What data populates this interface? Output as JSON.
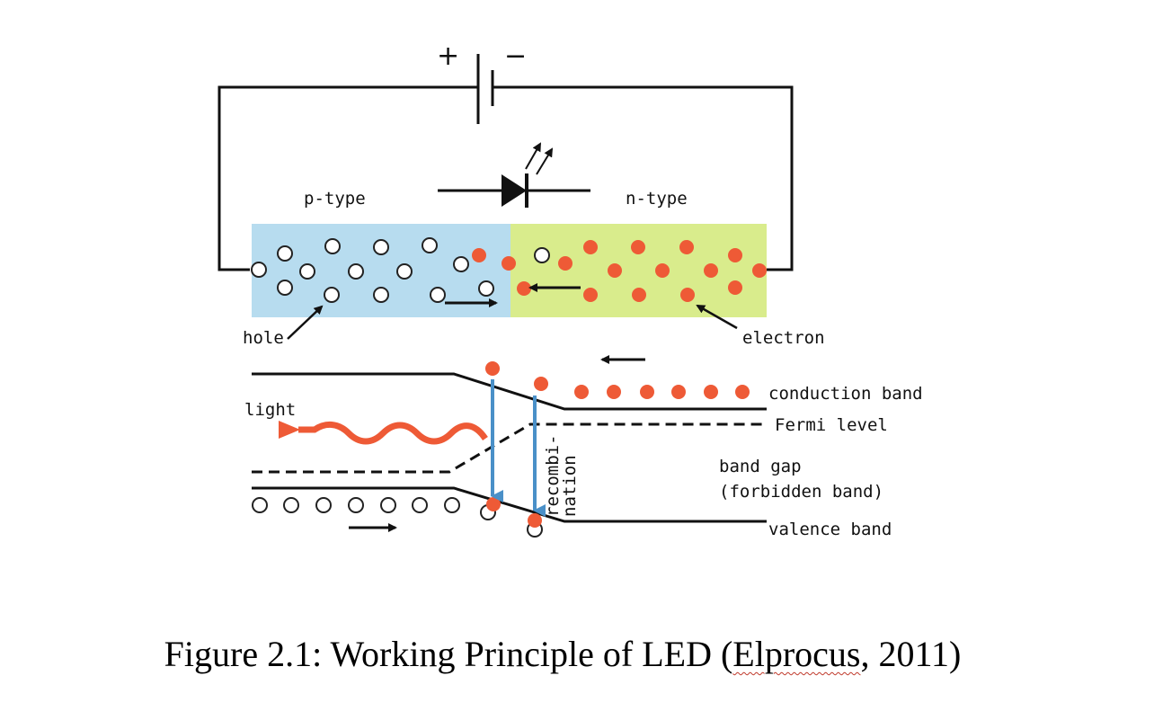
{
  "diagram": {
    "battery": {
      "plus": "+",
      "minus": "−"
    },
    "labels": {
      "p_type": "p-type",
      "n_type": "n-type",
      "hole": "hole",
      "electron": "electron",
      "light": "light",
      "conduction_band": "conduction band",
      "fermi_level": "Fermi level",
      "band_gap": "band gap",
      "forbidden_band": "(forbidden band)",
      "valence_band": "valence band",
      "recombination_1": "recombi-",
      "recombination_2": "nation"
    },
    "colors": {
      "p_region": "#b7dcef",
      "n_region": "#d9ec8c",
      "electron": "#ee5a36",
      "arrow_blue": "#4a90c8",
      "light_wave": "#ee5a36"
    }
  },
  "caption": {
    "prefix": "Figure 2.1: Working Principle of LED (",
    "source": "Elprocus",
    "suffix": ", 2011)"
  }
}
